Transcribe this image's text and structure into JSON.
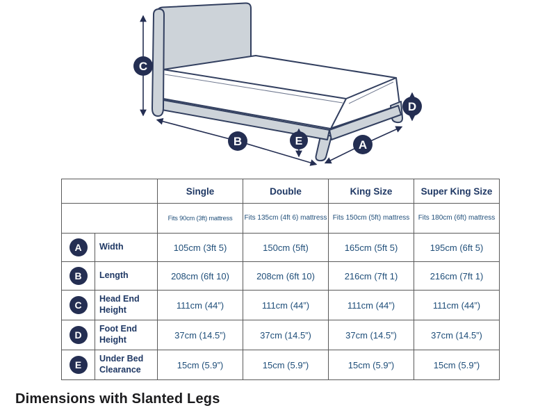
{
  "diagram": {
    "markers": {
      "a": "A",
      "b": "B",
      "c": "C",
      "d": "D",
      "e": "E"
    }
  },
  "table": {
    "columns": [
      "Single",
      "Double",
      "King Size",
      "Super King Size"
    ],
    "subheaders": [
      "Fits 90cm (3ft) mattress",
      "Fits 135cm (4ft 6) mattress",
      "Fits 150cm (5ft) mattress",
      "Fits 180cm (6ft) mattress"
    ],
    "rows": [
      {
        "letter": "A",
        "label": "Width",
        "values": [
          "105cm (3ft 5)",
          "150cm (5ft)",
          "165cm (5ft 5)",
          "195cm (6ft 5)"
        ]
      },
      {
        "letter": "B",
        "label": "Length",
        "values": [
          "208cm (6ft 10)",
          "208cm (6ft 10)",
          "216cm (7ft 1)",
          "216cm (7ft 1)"
        ]
      },
      {
        "letter": "C",
        "label": "Head End Height",
        "values": [
          "111cm (44”)",
          "111cm (44”)",
          "111cm (44”)",
          "111cm (44”)"
        ]
      },
      {
        "letter": "D",
        "label": "Foot End Height",
        "values": [
          "37cm (14.5”)",
          "37cm (14.5”)",
          "37cm (14.5”)",
          "37cm (14.5”)"
        ]
      },
      {
        "letter": "E",
        "label": "Under Bed Clearance",
        "values": [
          "15cm (5.9”)",
          "15cm (5.9”)",
          "15cm (5.9”)",
          "15cm (5.9”)"
        ]
      }
    ]
  },
  "caption": "Dimensions with Slanted Legs",
  "colors": {
    "navy": "#242e52",
    "value_text": "#1f4e79",
    "label_text": "#1f3864",
    "cell_gray": "#f0f0f0",
    "bed_gray": "#cdd3d9",
    "bed_outline": "#323f5f",
    "table_border": "#595959"
  }
}
